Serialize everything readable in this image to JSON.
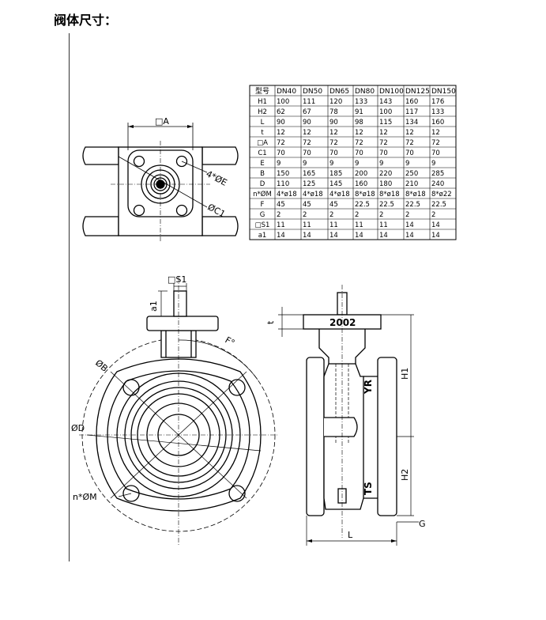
{
  "heading": "阀体尺寸：",
  "table": {
    "headers": [
      "型号",
      "DN40",
      "DN50",
      "DN65",
      "DN80",
      "DN100",
      "DN125",
      "DN150"
    ],
    "rows": [
      [
        "H1",
        "100",
        "111",
        "120",
        "133",
        "143",
        "160",
        "176"
      ],
      [
        "H2",
        "62",
        "67",
        "78",
        "91",
        "100",
        "117",
        "133"
      ],
      [
        "L",
        "90",
        "90",
        "90",
        "98",
        "115",
        "134",
        "160"
      ],
      [
        "t",
        "12",
        "12",
        "12",
        "12",
        "12",
        "12",
        "12"
      ],
      [
        "□A",
        "72",
        "72",
        "72",
        "72",
        "72",
        "72",
        "72"
      ],
      [
        "C1",
        "70",
        "70",
        "70",
        "70",
        "70",
        "70",
        "70"
      ],
      [
        "E",
        "9",
        "9",
        "9",
        "9",
        "9",
        "9",
        "9"
      ],
      [
        "B",
        "150",
        "165",
        "185",
        "200",
        "220",
        "250",
        "285"
      ],
      [
        "D",
        "110",
        "125",
        "145",
        "160",
        "180",
        "210",
        "240"
      ],
      [
        "n*ØM",
        "4*ø18",
        "4*ø18",
        "4*ø18",
        "8*ø18",
        "8*ø18",
        "8*ø18",
        "8*ø22"
      ],
      [
        "F",
        "45",
        "45",
        "45",
        "22.5",
        "22.5",
        "22.5",
        "22.5"
      ],
      [
        "G",
        "2",
        "2",
        "2",
        "2",
        "2",
        "2",
        "2"
      ],
      [
        "□S1",
        "11",
        "11",
        "11",
        "11",
        "11",
        "14",
        "14"
      ],
      [
        "a1",
        "14",
        "14",
        "14",
        "14",
        "14",
        "14",
        "14"
      ]
    ]
  },
  "labels": {
    "top_A": "□A",
    "top_E": "4*ØE",
    "top_C1": "ØC1",
    "front_S1": "□S1",
    "front_a1": "a1",
    "front_F": "F°",
    "front_B": "ØB",
    "front_D": "ØD",
    "front_nM": "n*ØM",
    "side_t": "t",
    "side_H1": "H1",
    "side_H2": "H2",
    "side_G": "G",
    "side_L": "L",
    "side_mark_year": "2002",
    "side_mark_yr": "YR",
    "side_mark_ts": "TS"
  }
}
